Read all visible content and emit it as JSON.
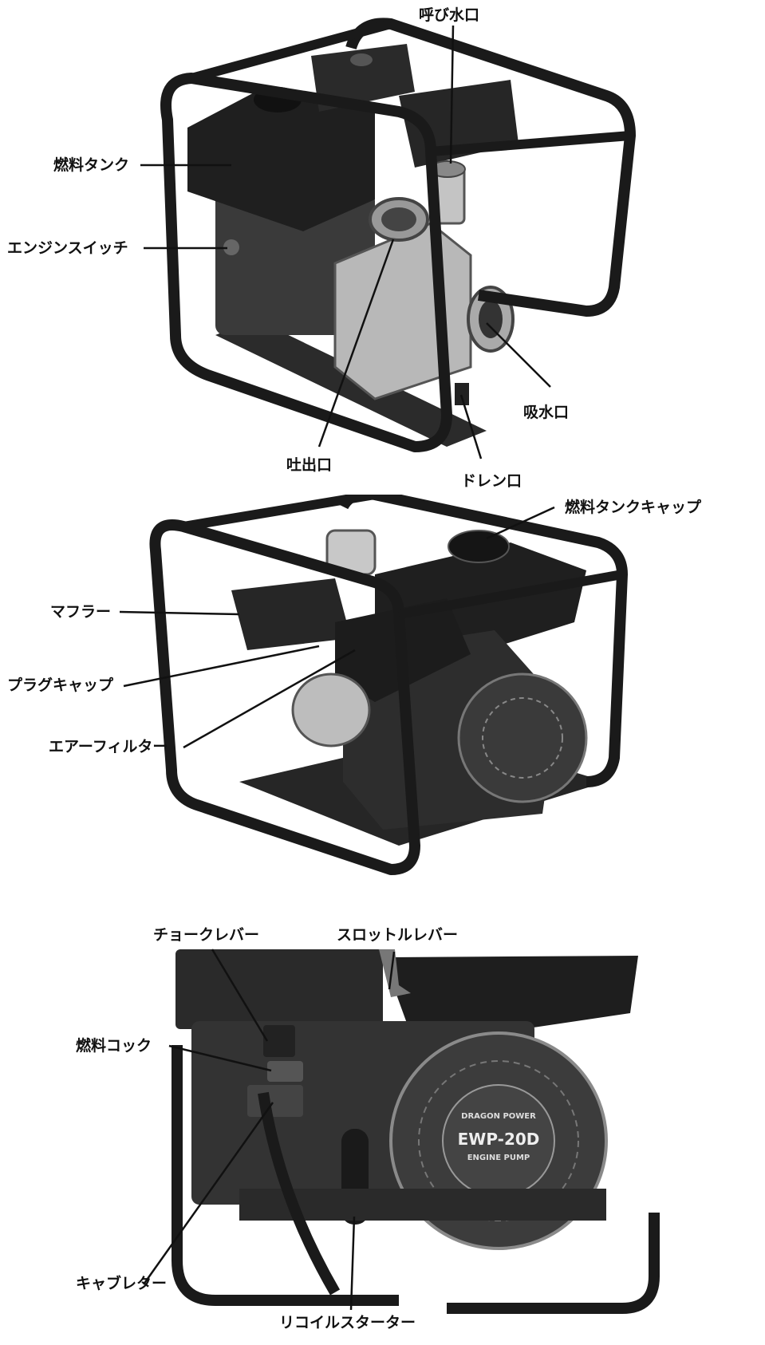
{
  "panel1": {
    "labels": {
      "priming_port": "呼び水口",
      "fuel_tank": "燃料タンク",
      "engine_switch": "エンジンスイッチ",
      "suction_port": "吸水口",
      "discharge_port": "吐出口",
      "drain_port": "ドレン口"
    }
  },
  "panel2": {
    "labels": {
      "fuel_tank_cap": "燃料タンクキャップ",
      "muffler": "マフラー",
      "plug_cap": "プラグキャップ",
      "air_filter": "エアーフィルター"
    }
  },
  "panel3": {
    "labels": {
      "choke_lever": "チョークレバー",
      "throttle_lever": "スロットルレバー",
      "fuel_cock": "燃料コック",
      "carburetor": "キャブレター",
      "recoil_starter": "リコイルスターター"
    },
    "cover_brand": "DRAGON POWER",
    "cover_model": "EWP-20D",
    "cover_type": "ENGINE PUMP"
  }
}
